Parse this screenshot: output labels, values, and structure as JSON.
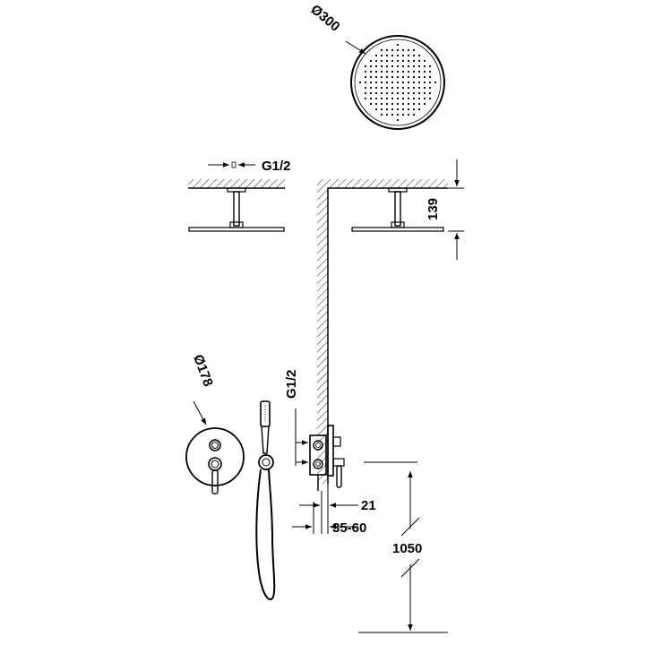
{
  "dimensions": {
    "showerhead_diameter": "Ø300",
    "ceiling_inlet_thread": "G1/2",
    "ceiling_arm_height": "139",
    "handle_diameter": "Ø178",
    "valve_inlet_thread": "G1/2",
    "plate_thickness": "21",
    "recess_depth": "35-60",
    "valve_height": "1050"
  },
  "colors": {
    "line": "#000000",
    "hatch": "#444444",
    "background": "#ffffff"
  }
}
